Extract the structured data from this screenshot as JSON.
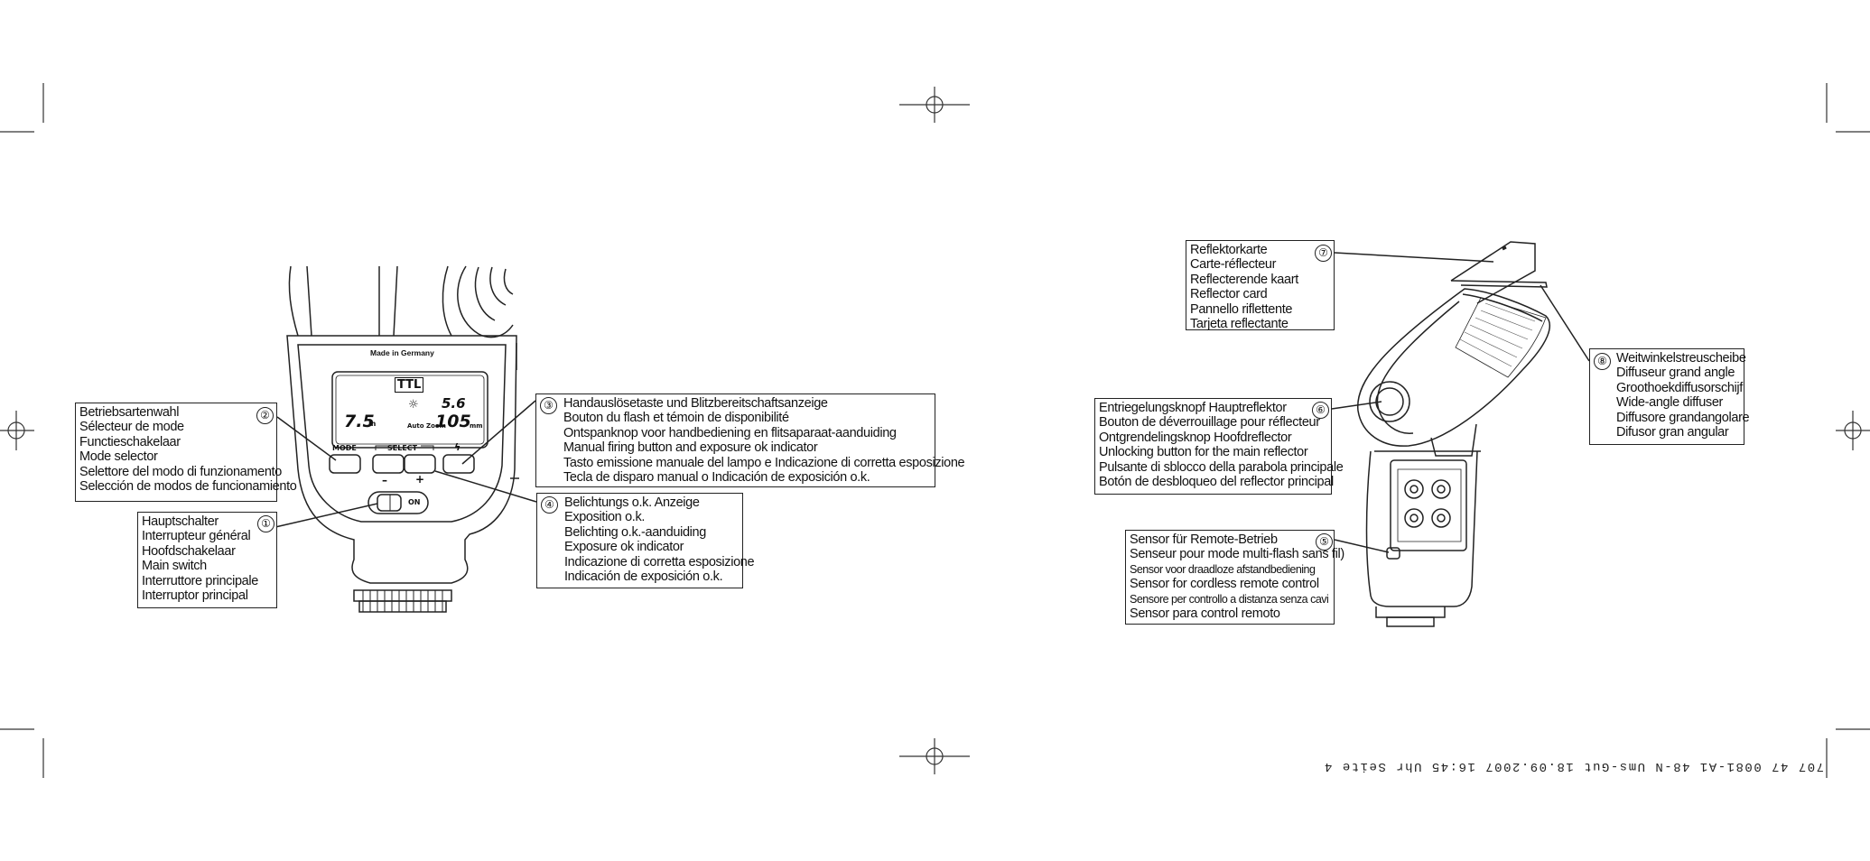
{
  "left_page": {
    "device_label": "Made in Germany",
    "lcd": {
      "mode": "TTL",
      "aperture": "5.6",
      "distance": "7.5",
      "distance_unit": "m",
      "zoom_label": "Auto Zoom",
      "zoom_value": "105",
      "zoom_unit": "mm"
    },
    "buttons": {
      "mode": "MODE",
      "select": "SELECT",
      "minus": "–",
      "plus": "+",
      "flash": "ϟ",
      "on": "ON"
    },
    "callouts": [
      {
        "number": "②",
        "lines": [
          "Betriebsartenwahl",
          "Sélecteur de mode",
          "Functieschakelaar",
          "Mode selector",
          "Selettore del modo di funzionamento",
          "Selección de modos de funcionamiento"
        ]
      },
      {
        "number": "①",
        "lines": [
          "Hauptschalter",
          "Interrupteur général",
          "Hoofdschakelaar",
          "Main switch",
          "Interruttore principale",
          "Interruptor principal"
        ]
      },
      {
        "number": "③",
        "lines": [
          "Handauslösetaste und Blitzbereitschaftsanzeige",
          "Bouton du flash et  témoin de disponibilité",
          "Ontspanknop voor handbediening en flitsaparaat-aanduiding",
          "Manual firing button and exposure ok indicator",
          "Tasto emissione manuale del lampo e Indicazione di corretta esposizione",
          "Tecla de disparo manual o Indicación de exposición o.k."
        ]
      },
      {
        "number": "④",
        "lines": [
          "Belichtungs o.k. Anzeige",
          "Exposition o.k.",
          "Belichting o.k.-aanduiding",
          "Exposure ok indicator",
          "Indicazione di corretta esposizione",
          "Indicación de exposición o.k."
        ]
      }
    ]
  },
  "right_page": {
    "callouts": [
      {
        "number": "⑦",
        "lines": [
          "Reflektorkarte",
          "Carte-réflecteur",
          "Reflecterende kaart",
          "Reflector card",
          "Pannello riflettente",
          "Tarjeta reflectante"
        ]
      },
      {
        "number": "⑧",
        "lines": [
          "Weitwinkelstreuscheibe",
          "Diffuseur grand angle",
          "Groothoekdiffusorschijf",
          "Wide-angle diffuser",
          "Diffusore grandangolare",
          "Difusor gran angular"
        ]
      },
      {
        "number": "⑥",
        "lines": [
          "Entriegelungsknopf Hauptreflektor",
          "Bouton de déverrouillage pour réflecteur",
          "Ontgrendelingsknop Hoofdreflector",
          "Unlocking button for the main reflector",
          "Pulsante di sblocco della parabola principale",
          "Botón de desbloqueo del reflector principal"
        ]
      },
      {
        "number": "⑤",
        "lines": [
          "Sensor für Remote-Betrieb",
          "Senseur pour mode multi-flash sans fil)",
          "Sensor voor draadloze afstandbediening",
          "Sensor for cordless remote control",
          "Sensore per controllo a distanza senza cavi",
          "Sensor para control remoto"
        ]
      }
    ],
    "print_code": "707 47 0081-A1 48-N Ums-Gut  18.09.2007  16:45 Uhr  Seite 4"
  }
}
